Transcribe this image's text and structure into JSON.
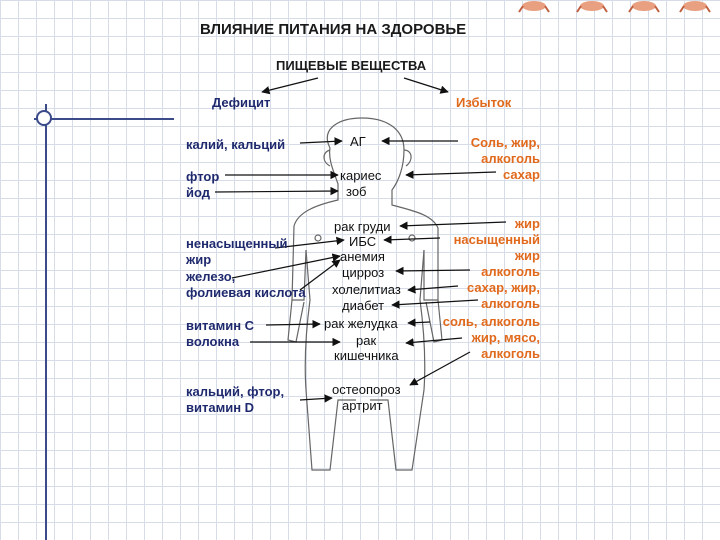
{
  "title": "ВЛИЯНИЕ ПИТАНИЯ НА ЗДОРОВЬЕ",
  "subtitle": "ПИЩЕВЫЕ ВЕЩЕСТВА",
  "deficit": {
    "header": "Дефицит",
    "items": [
      "калий, кальций",
      "фтор",
      "йод",
      "ненасыщенный",
      "жир",
      "железо,",
      "фолиевая кислота",
      "витамин С",
      "волокна",
      "кальций, фтор,",
      "витамин D"
    ]
  },
  "excess": {
    "header": "Избыток",
    "items": [
      "Соль, жир,",
      "алкоголь",
      "сахар",
      "жир",
      "насыщенный",
      "жир",
      "алкоголь",
      "сахар, жир,",
      "алкоголь",
      "соль, алкоголь",
      "жир, мясо,",
      "алкоголь"
    ]
  },
  "conditions": [
    "АГ",
    "кариес",
    "зоб",
    "рак груди",
    "ИБС",
    "анемия",
    "цирроз",
    "холелитиаз",
    "диабет",
    "рак желудка",
    "рак",
    "кишечника",
    "остеопороз",
    "артрит"
  ],
  "colors": {
    "deficit": "#1f2a6e",
    "excess": "#e0691c",
    "grid": "#d6dde8",
    "accent_line": "#3b4b8a"
  }
}
